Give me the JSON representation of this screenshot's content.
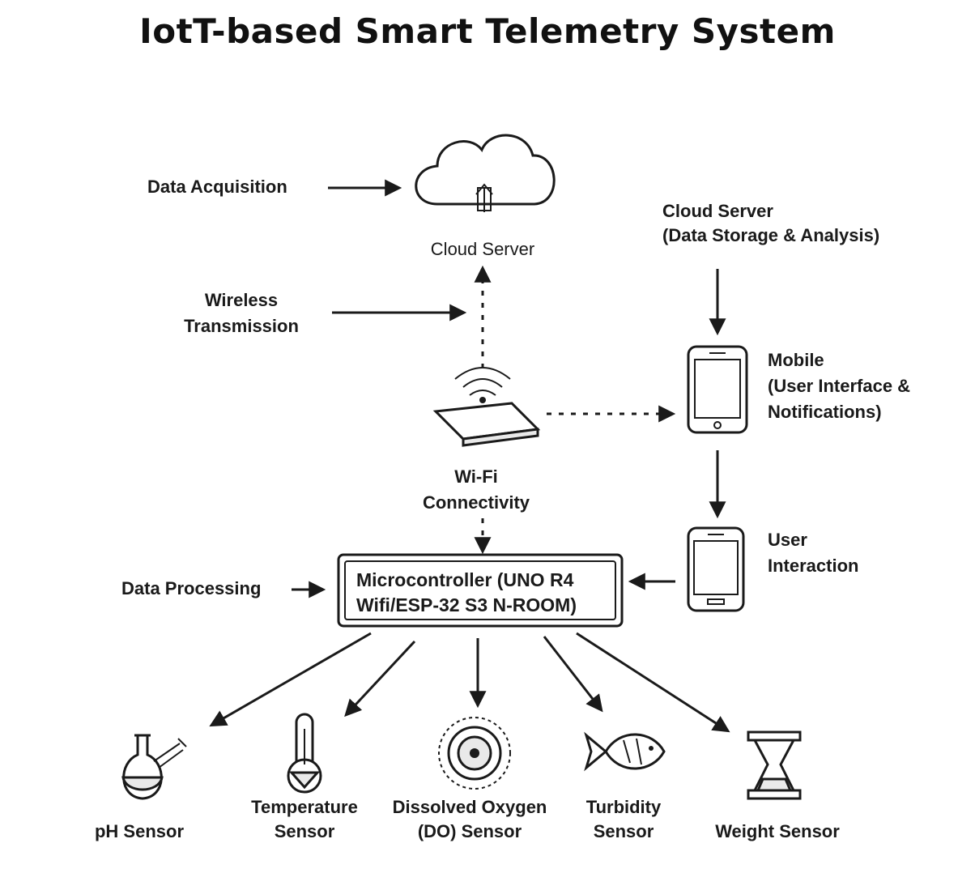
{
  "title": "IotT-based Smart Telemetry System",
  "labels": {
    "data_acquisition": "Data Acquisition",
    "cloud_server": "Cloud Server",
    "wireless_line1": "Wireless",
    "wireless_line2": "Transmission",
    "cloud_server_right_line1": "Cloud Server",
    "cloud_server_right_line2": "(Data Storage & Analysis)",
    "mobile_line1": "Mobile",
    "mobile_line2": "(User Interface &",
    "mobile_line3": "Notifications)",
    "wifi_line1": "Wi-Fi",
    "wifi_line2": "Connectivity",
    "user_interaction_line1": "User",
    "user_interaction_line2": "Interaction",
    "data_processing": "Data Processing",
    "microcontroller_line1": "Microcontroller (UNO R4",
    "microcontroller_line2": "Wifi/ESP-32 S3 N-ROOM)"
  },
  "sensors": [
    {
      "line1": "",
      "line2": "pH Sensor"
    },
    {
      "line1": "Temperature",
      "line2": "Sensor"
    },
    {
      "line1": "Dissolved Oxygen",
      "line2": "(DO) Sensor"
    },
    {
      "line1": "Turbidity",
      "line2": "Sensor"
    },
    {
      "line1": "",
      "line2": "Weight Sensor"
    }
  ],
  "icons": {
    "cloud": "cloud-upload-icon",
    "router": "wifi-router-icon",
    "mobile": "smartphone-icon",
    "user_device": "smartphone-icon",
    "ph": "flask-icon",
    "temperature": "thermometer-icon",
    "oxygen": "oxygen-bubble-icon",
    "turbidity": "fish-icon",
    "weight": "hourglass-weight-icon"
  }
}
